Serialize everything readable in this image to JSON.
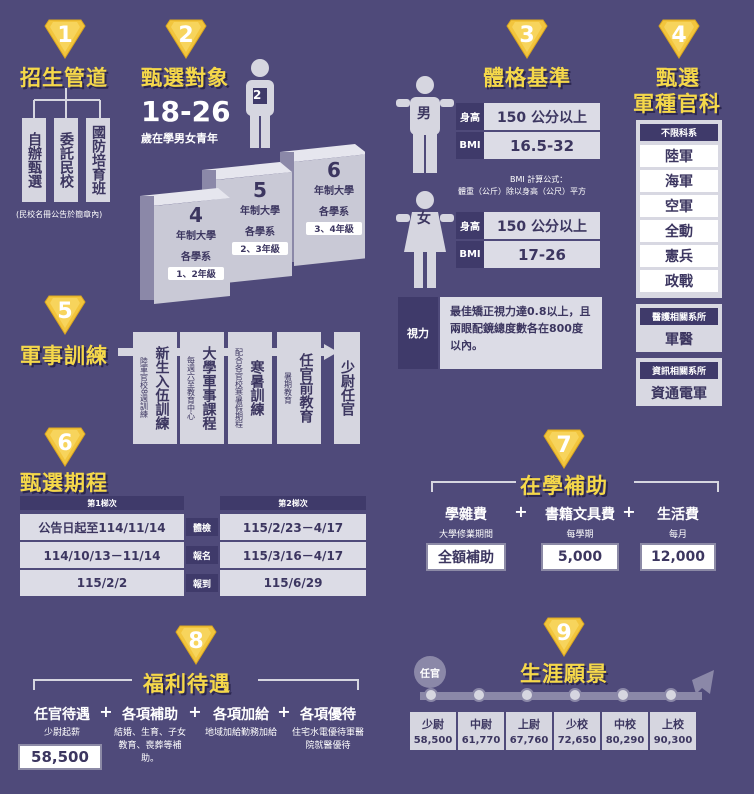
{
  "sec1": {
    "num": "1",
    "title": "招生管道",
    "items": [
      "自辦甄選",
      "委託民校",
      "國防培育班"
    ],
    "note": "(民校名冊公告於簡章內)"
  },
  "sec2": {
    "num": "2",
    "title": "甄選對象",
    "age": "18-26",
    "age_sub": "歲在學男女青年",
    "tag": "2",
    "books": [
      {
        "num": "4",
        "line1": "年制大學",
        "line2": "各學系",
        "grade": "1、2年級"
      },
      {
        "num": "5",
        "line1": "年制大學",
        "line2": "各學系",
        "grade": "2、3年級"
      },
      {
        "num": "6",
        "line1": "年制大學",
        "line2": "各學系",
        "grade": "3、4年級"
      }
    ]
  },
  "sec3": {
    "num": "3",
    "title": "體格基準",
    "male": {
      "label": "男",
      "height_lbl": "身高",
      "height": "150 公分以上",
      "bmi_lbl": "BMI",
      "bmi": "16.5-32"
    },
    "bmi_formula1": "BMI 計算公式：",
    "bmi_formula2": "體重（公斤）除以身高（公尺）平方",
    "female": {
      "label": "女",
      "height_lbl": "身高",
      "height": "150 公分以上",
      "bmi_lbl": "BMI",
      "bmi": "17-26"
    },
    "vision_lbl": "視力",
    "vision_text": "最佳矯正視力達0.8以上，且兩眼配鏡總度數各在800度以內。"
  },
  "sec4": {
    "num": "4",
    "title1": "甄選",
    "title2": "軍種官科",
    "group1": "不限科系",
    "group1_items": [
      "陸軍",
      "海軍",
      "空軍",
      "全動",
      "憲兵",
      "政戰"
    ],
    "group2": "醫護相關系所",
    "group2_items": [
      "軍醫"
    ],
    "group3": "資訊相關系所",
    "group3_items": [
      "資通電軍"
    ]
  },
  "sec5": {
    "num": "5",
    "title": "軍事訓練",
    "steps": [
      {
        "main": "新生入伍訓練",
        "sub": "陸軍官校8週訓練"
      },
      {
        "main": "大學軍事課程",
        "sub": "每週六至教育中心"
      },
      {
        "main": "寒暑訓練",
        "sub": "配合各官校寒暑假期程"
      },
      {
        "main": "任官前教育",
        "sub": "暑期教育"
      }
    ],
    "final": "少尉任官"
  },
  "sec6": {
    "num": "6",
    "title": "甄選期程",
    "col1": "第1梯次",
    "col2": "第2梯次",
    "rows": [
      {
        "a": "公告日起至114/11/14",
        "label": "體檢",
        "b": "115/2/23－4/17"
      },
      {
        "a": "114/10/13－11/14",
        "label": "報名",
        "b": "115/3/16－4/17"
      },
      {
        "a": "115/2/2",
        "label": "報到",
        "b": "115/6/29"
      }
    ]
  },
  "sec7": {
    "num": "7",
    "title": "在學補助",
    "items": [
      {
        "name": "學雜費",
        "sub": "大學修業期間",
        "value": "全額補助"
      },
      {
        "name": "書籍文具費",
        "sub": "每學期",
        "value": "5,000"
      },
      {
        "name": "生活費",
        "sub": "每月",
        "value": "12,000"
      }
    ],
    "plus": "+"
  },
  "sec8": {
    "num": "8",
    "title": "福利待遇",
    "items": [
      {
        "name": "任官待遇",
        "sub": "少尉起薪",
        "value": "58,500"
      },
      {
        "name": "各項補助",
        "sub": "結婚、生育、子女教育、喪葬等補助。"
      },
      {
        "name": "各項加給",
        "sub": "地域加給勤務加給"
      },
      {
        "name": "各項優待",
        "sub": "住宅水電優待軍醫院就醫優待"
      }
    ],
    "plus": "+"
  },
  "sec9": {
    "num": "9",
    "title": "生涯願景",
    "start": "任官",
    "ranks": [
      {
        "rank": "少尉",
        "pay": "58,500"
      },
      {
        "rank": "中尉",
        "pay": "61,770"
      },
      {
        "rank": "上尉",
        "pay": "67,760"
      },
      {
        "rank": "少校",
        "pay": "72,650"
      },
      {
        "rank": "中校",
        "pay": "80,290"
      },
      {
        "rank": "上校",
        "pay": "90,300"
      }
    ]
  },
  "colors": {
    "bg": "#4f4a7a",
    "accent": "#f5d84a",
    "box": "#d6d6e0",
    "dark": "#3f3a6a"
  }
}
